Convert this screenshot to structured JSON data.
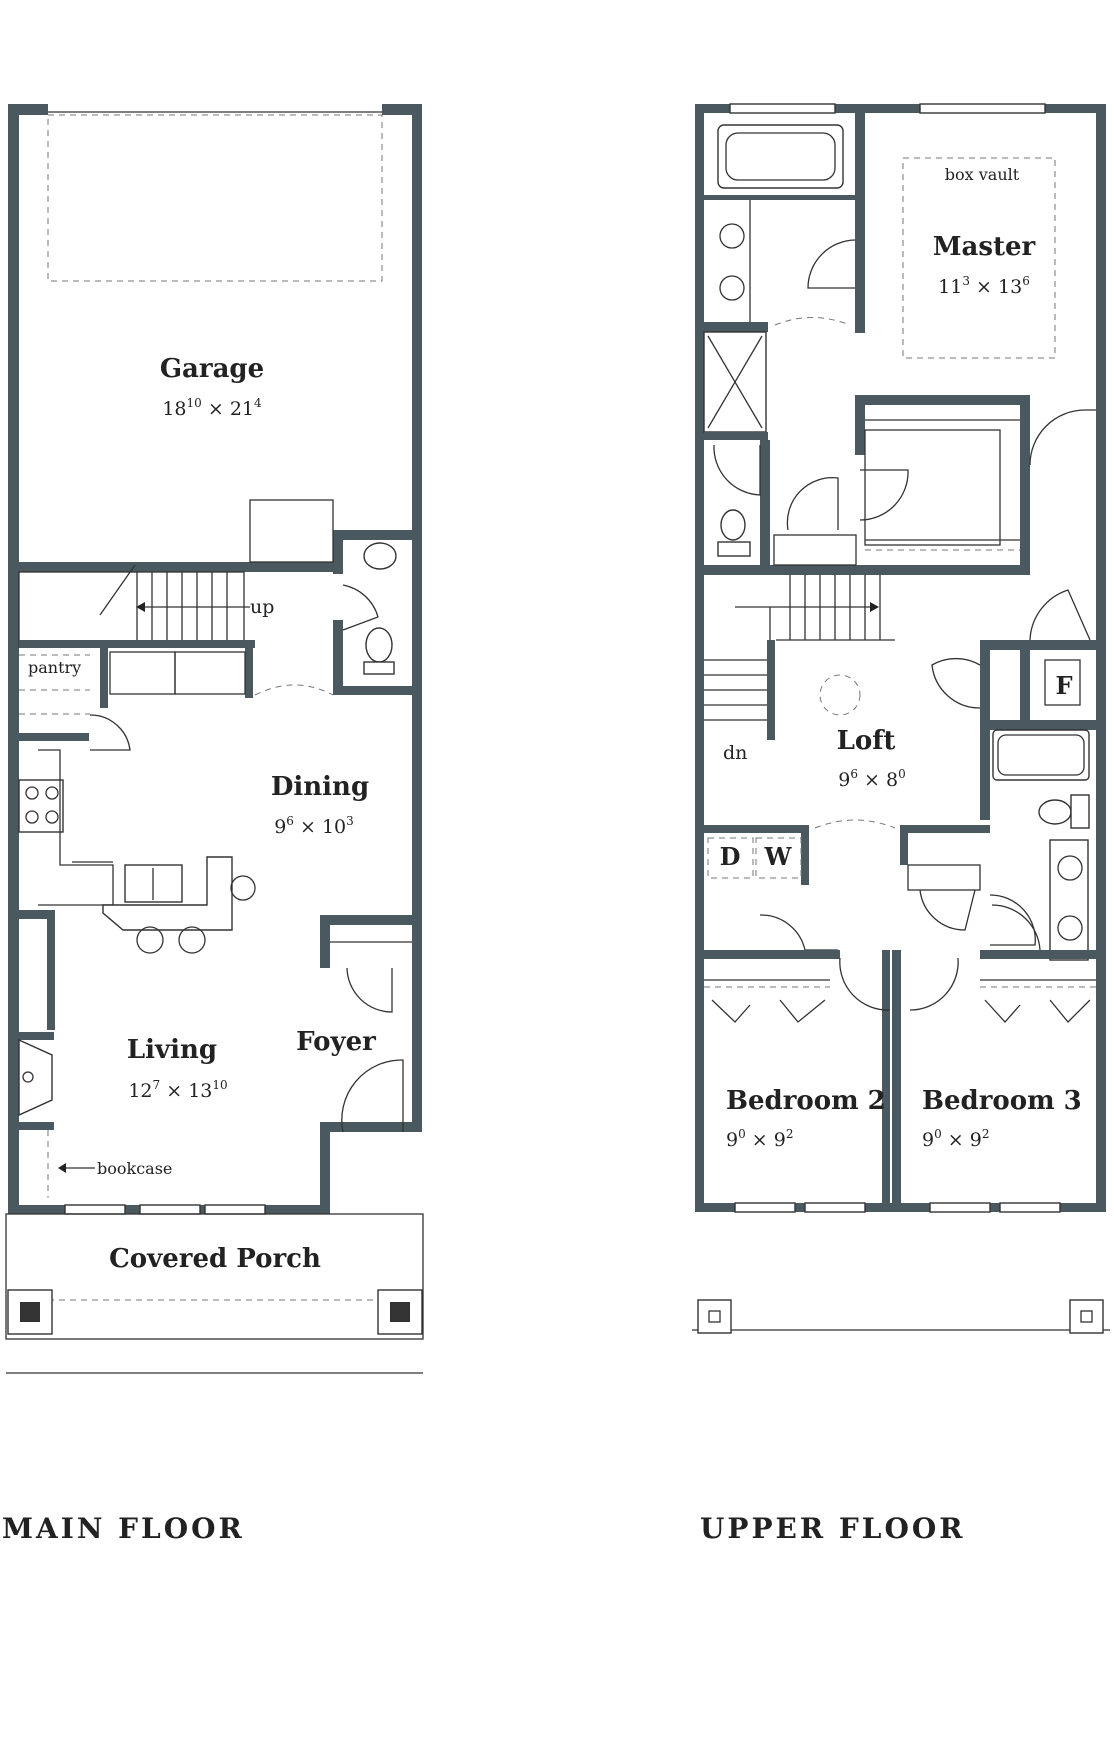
{
  "main_floor": {
    "title": "MAIN FLOOR",
    "rooms": {
      "garage": {
        "name": "Garage",
        "dim_a": "18",
        "dim_a_sup": "10",
        "dim_b": "21",
        "dim_b_sup": "4"
      },
      "dining": {
        "name": "Dining",
        "dim_a": "9",
        "dim_a_sup": "6",
        "dim_b": "10",
        "dim_b_sup": "3"
      },
      "living": {
        "name": "Living",
        "dim_a": "12",
        "dim_a_sup": "7",
        "dim_b": "13",
        "dim_b_sup": "10"
      },
      "foyer": {
        "name": "Foyer"
      },
      "porch": {
        "name": "Covered Porch"
      }
    },
    "labels": {
      "pantry": "pantry",
      "up": "up",
      "bookcase": "bookcase"
    }
  },
  "upper_floor": {
    "title": "UPPER FLOOR",
    "rooms": {
      "master": {
        "name": "Master",
        "dim_a": "11",
        "dim_a_sup": "3",
        "dim_b": "13",
        "dim_b_sup": "6"
      },
      "loft": {
        "name": "Loft",
        "dim_a": "9",
        "dim_a_sup": "6",
        "dim_b": "8",
        "dim_b_sup": "0"
      },
      "bedroom2": {
        "name": "Bedroom 2",
        "dim_a": "9",
        "dim_a_sup": "0",
        "dim_b": "9",
        "dim_b_sup": "2"
      },
      "bedroom3": {
        "name": "Bedroom 3",
        "dim_a": "9",
        "dim_a_sup": "0",
        "dim_b": "9",
        "dim_b_sup": "2"
      }
    },
    "labels": {
      "box_vault": "box vault",
      "dn": "dn",
      "dryer": "D",
      "washer": "W",
      "furnace": "F"
    }
  },
  "dimension_separator": "×"
}
